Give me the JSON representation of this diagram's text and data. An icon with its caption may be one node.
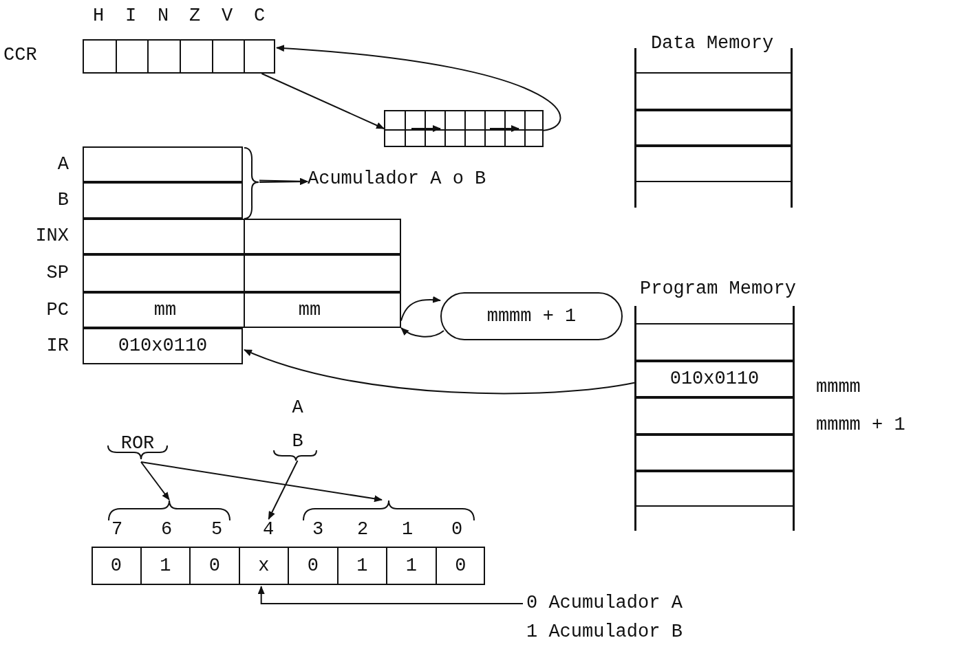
{
  "diagram": {
    "nodes": [
      {
        "text": [
          "CCR"
        ]
      },
      {
        "text": [],
        "shape": "box"
      },
      {
        "text": [
          "A"
        ]
      },
      {
        "text": [
          "B"
        ]
      },
      {
        "text": [
          "INX"
        ]
      },
      {
        "text": [
          "SP"
        ]
      },
      {
        "text": [
          "PC",
          "mm",
          "mm"
        ]
      },
      {
        "text": [
          "IR",
          "010x0110"
        ]
      },
      {
        "text": [
          "Acumulador A o B"
        ]
      },
      {
        "text": [
          "mmmm + 1"
        ]
      },
      {
        "text": [
          "Data Memory"
        ]
      },
      {
        "text": [],
        "shape": "box",
        "in": 10
      },
      {
        "text": [],
        "shape": "box",
        "in": 10
      },
      {
        "text": [],
        "shape": "box",
        "in": 10
      },
      {
        "text": [
          "Program Memory"
        ]
      },
      {
        "text": [],
        "shape": "box",
        "in": 14
      },
      {
        "text": [
          "010x0110"
        ],
        "beside": [
          "mmmm"
        ],
        "in": 14
      },
      {
        "text": [],
        "shape": "box",
        "beside": [
          "mmmm + 1"
        ],
        "in": 14
      },
      {
        "text": [],
        "shape": "box",
        "in": 14
      },
      {
        "text": [],
        "shape": "box",
        "in": 14
      },
      {
        "text": [
          "ROR"
        ]
      },
      {
        "text": [
          "A",
          "B"
        ]
      },
      {
        "text": [],
        "shape": "box"
      },
      {
        "text": [
          "0"
        ],
        "in": 22
      },
      {
        "text": [
          "1"
        ],
        "in": 22
      },
      {
        "text": [
          "0"
        ],
        "in": 22
      },
      {
        "text": [
          "x"
        ],
        "in": 22
      },
      {
        "text": [
          "0"
        ],
        "in": 22
      },
      {
        "text": [
          "1"
        ],
        "in": 22
      },
      {
        "text": [
          "1"
        ],
        "in": 22
      },
      {
        "text": [
          "0"
        ],
        "in": 22
      },
      {
        "text": [
          "0 Acumulador A",
          "1 Acumulador B"
        ]
      },
      {
        "text": [],
        "shape": "brace"
      },
      {
        "text": [],
        "shape": "brace"
      }
    ],
    "edges": [
      {
        "from": 0,
        "to": 1,
        "arrow": "to"
      },
      {
        "from": 1,
        "to": 0,
        "arrow": "to"
      },
      {
        "from": 2,
        "to": 8,
        "arrow": "to"
      },
      {
        "from": 3,
        "to": 8,
        "arrow": "to"
      },
      {
        "from": 6,
        "to": 9,
        "arrow": "to"
      },
      {
        "from": 9,
        "to": 6,
        "arrow": "to"
      },
      {
        "from": 16,
        "to": 7,
        "arrow": "to"
      },
      {
        "from": 20,
        "to": 32,
        "arrow": "to"
      },
      {
        "from": 20,
        "to": 33,
        "arrow": "to"
      },
      {
        "from": 21,
        "to": 26,
        "arrow": "to"
      },
      {
        "from": 31,
        "to": 26,
        "arrow": "to"
      }
    ],
    "labels": [
      "H",
      "I",
      "N",
      "Z",
      "V",
      "C",
      "7",
      "6",
      "5",
      "4",
      "3",
      "2",
      "1",
      "0"
    ]
  }
}
